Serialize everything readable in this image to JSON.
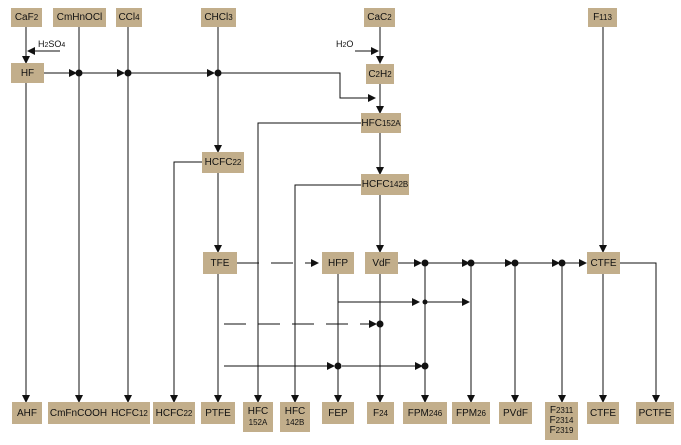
{
  "colors": {
    "box": "#c2ae8b",
    "line": "#111111"
  },
  "nodes": {
    "caf2": {
      "main": "CaF",
      "sub": "2"
    },
    "cmhnocl": {
      "main": "CmHnOCl",
      "sub": ""
    },
    "ccl4": {
      "main": "CCl",
      "sub": "4"
    },
    "chcl3": {
      "main": "CHCl",
      "sub": "3"
    },
    "cac2": {
      "main": "CaC",
      "sub": "2"
    },
    "f113": {
      "main": "F",
      "sub": "113"
    },
    "hf": {
      "main": "HF",
      "sub": ""
    },
    "c2h2": {
      "main": "C",
      "sub": "2",
      "tail": "H",
      "tailsub": "2"
    },
    "hfc152a": {
      "main": "HFC",
      "sub": "152A"
    },
    "hcfc22": {
      "main": "HCFC",
      "sub": "22"
    },
    "hcfc142b": {
      "main": "HCFC",
      "sub": "142B"
    },
    "tfe": {
      "main": "TFE",
      "sub": ""
    },
    "hfp": {
      "main": "HFP",
      "sub": ""
    },
    "vdf": {
      "main": "VdF",
      "sub": ""
    },
    "ctfe": {
      "main": "CTFE",
      "sub": ""
    }
  },
  "reagents": {
    "h2so4": {
      "main": "H",
      "sub": "2",
      "tail": "SO",
      "tailsub": "4"
    },
    "h2o": {
      "main": "H",
      "sub": "2",
      "tail": "O",
      "tailsub": ""
    }
  },
  "products": {
    "ahf": {
      "main": "AHF",
      "sub": ""
    },
    "cmfncooh": {
      "main": "CmFnCOOH",
      "sub": ""
    },
    "hcfc12": {
      "main": "HCFC",
      "sub": "12"
    },
    "hcfc22": {
      "main": "HCFC",
      "sub": "22"
    },
    "ptfe": {
      "main": "PTFE",
      "sub": ""
    },
    "hfc152a": {
      "main": "HFC",
      "line2": "152A"
    },
    "hfc142b": {
      "main": "HFC",
      "line2": "142B"
    },
    "fep": {
      "main": "FEP",
      "sub": ""
    },
    "f24": {
      "main": "F",
      "sub": "24"
    },
    "fpm246": {
      "main": "FPM",
      "sub": "246"
    },
    "fpm26": {
      "main": "FPM",
      "sub": "26"
    },
    "pvdf": {
      "main": "PVdF",
      "sub": ""
    },
    "f231x": {
      "l1": "2311",
      "l2": "2314",
      "l3": "2319",
      "prefix": "F"
    },
    "ctfe": {
      "main": "CTFE",
      "sub": ""
    },
    "pctfe": {
      "main": "PCTFE",
      "sub": ""
    }
  }
}
